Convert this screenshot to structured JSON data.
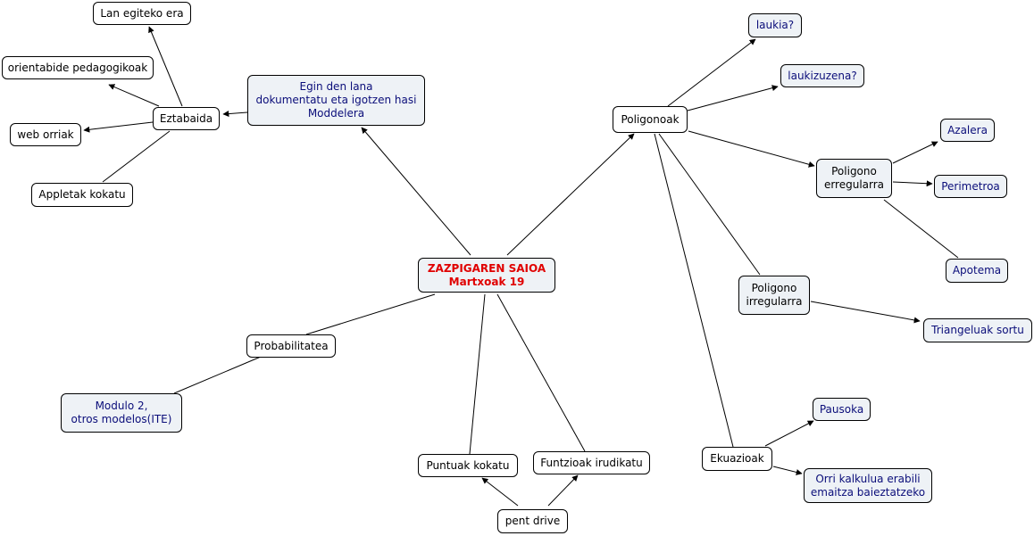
{
  "nodes": {
    "main": "ZAZPIGAREN SAIOA\nMartxoak 19",
    "egin": "Egin den lana\ndokumentatu eta igotzen hasi\nModdelera",
    "eztabaida": "Eztabaida",
    "lan": "Lan egiteko era",
    "orient": "orientabide pedagogikoak",
    "web": "web orriak",
    "applet": "Appletak kokatu",
    "poligonoak": "Poligonoak",
    "laukia": "laukia?",
    "laukizuzena": "laukizuzena?",
    "pol_erregular": "Poligono\nerregularra",
    "azalera": "Azalera",
    "perimetroa": "Perimetroa",
    "apotema": "Apotema",
    "pol_irregular": "Poligono\nirregularra",
    "triangeluak": "Triangeluak sortu",
    "ekuazioak": "Ekuazioak",
    "pausoka": "Pausoka",
    "orri": "Orri kalkulua erabili\nemaitza baieztatzeko",
    "probabilitatea": "Probabilitatea",
    "modulo": "Modulo 2,\notros modelos(ITE)",
    "puntuak": "Puntuak kokatu",
    "funtzioak": "Funtzioak irudikatu",
    "pent": "pent drive"
  }
}
